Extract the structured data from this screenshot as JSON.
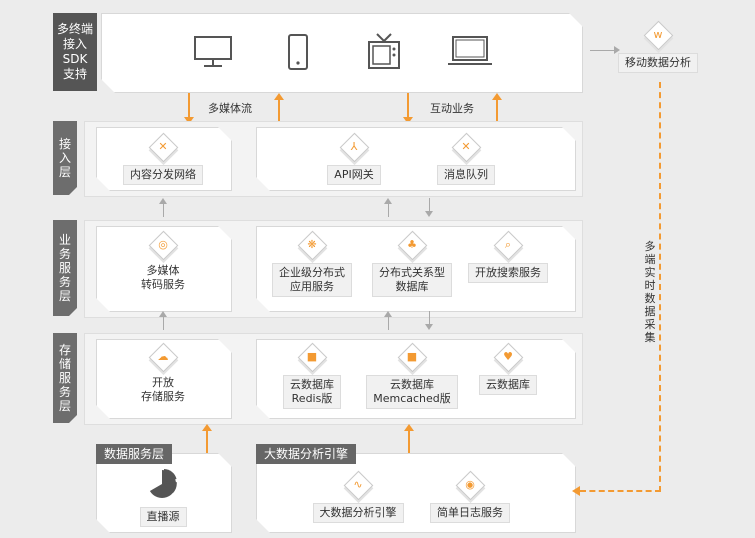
{
  "sdk": {
    "label": "多终端\n接入\nSDK\n支持"
  },
  "mobile_analysis": {
    "label": "移动数据分析"
  },
  "flows": {
    "media": "多媒体流",
    "interactive": "互动业务"
  },
  "collection": {
    "label": "多端实时数据采集"
  },
  "layers": {
    "access": {
      "label": "接入层",
      "nodes": [
        {
          "label": "内容分发网络",
          "icon": "cdn-icon"
        },
        {
          "label": "API网关",
          "icon": "api-gateway-icon"
        },
        {
          "label": "消息队列",
          "icon": "message-queue-icon"
        }
      ]
    },
    "business": {
      "label": "业务服务层",
      "nodes": [
        {
          "label": "多媒体\n转码服务",
          "icon": "transcode-icon"
        },
        {
          "label": "企业级分布式\n应用服务",
          "icon": "distributed-app-icon"
        },
        {
          "label": "分布式关系型\n数据库",
          "icon": "relational-db-icon"
        },
        {
          "label": "开放搜索服务",
          "icon": "search-icon"
        }
      ]
    },
    "storage": {
      "label": "存储服务层",
      "nodes": [
        {
          "label": "开放\n存储服务",
          "icon": "storage-icon"
        },
        {
          "label": "云数据库\nRedis版",
          "icon": "redis-icon"
        },
        {
          "label": "云数据库\nMemcached版",
          "icon": "memcached-icon"
        },
        {
          "label": "云数据库",
          "icon": "cloud-db-icon"
        }
      ]
    }
  },
  "data_service": {
    "title": "数据服务层",
    "node": {
      "label": "直播源",
      "icon": "pie-chart-icon"
    }
  },
  "bigdata": {
    "title": "大数据分析引擎",
    "nodes": [
      {
        "label": "大数据分析引擎",
        "icon": "analytics-icon"
      },
      {
        "label": "简单日志服务",
        "icon": "log-service-icon"
      }
    ]
  },
  "colors": {
    "accent": "#f39a32",
    "label_bg": "#6d6d6d"
  }
}
